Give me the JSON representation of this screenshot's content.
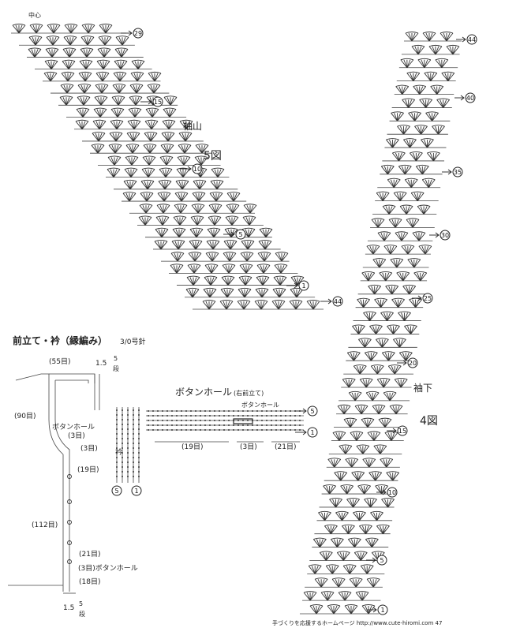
{
  "sleeve_cap": {
    "center": "中心",
    "label": "袖山",
    "figure": "5図",
    "rows": [
      "29",
      "15",
      "10",
      "5",
      "1",
      "44"
    ]
  },
  "sleeve_lower": {
    "label": "袖下",
    "figure": "4図",
    "rows": [
      "44",
      "40",
      "35",
      "30",
      "25",
      "20",
      "15",
      "10",
      "5",
      "1"
    ]
  },
  "front_band": {
    "title": "前立て・衿（縁編み）",
    "hook": "3/0号針",
    "top_count": "(55目)",
    "side_count": "(90目)",
    "buttonhole_left": "ボタンホール",
    "buttonhole_left_count": "(3目)",
    "count_3": "(3目)",
    "count_19": "(19目)",
    "count_112": "(112目)",
    "count_21": "(21目)",
    "buttonhole_bottom": "(3目)ボタンホール",
    "count_18": "(18目)",
    "dim_top": "1.5",
    "dim_top_unit": "5",
    "dim_top_step": "段",
    "dim_bottom": "1.5",
    "dim_bottom_unit": "5",
    "dim_bottom_step": "段"
  },
  "buttonhole_chart": {
    "title": "ボタンホール",
    "note": "(右前立て)",
    "inner_label": "ボタンホール",
    "collar": "衿",
    "row_5": "5",
    "row_1": "1",
    "count_19": "(19目)",
    "count_3": "(3目)",
    "count_21": "(21目)",
    "side_5": "5",
    "side_1": "1"
  },
  "footer": "手づくりを応援するホームページ http://www.cute-hiromi.com 47"
}
